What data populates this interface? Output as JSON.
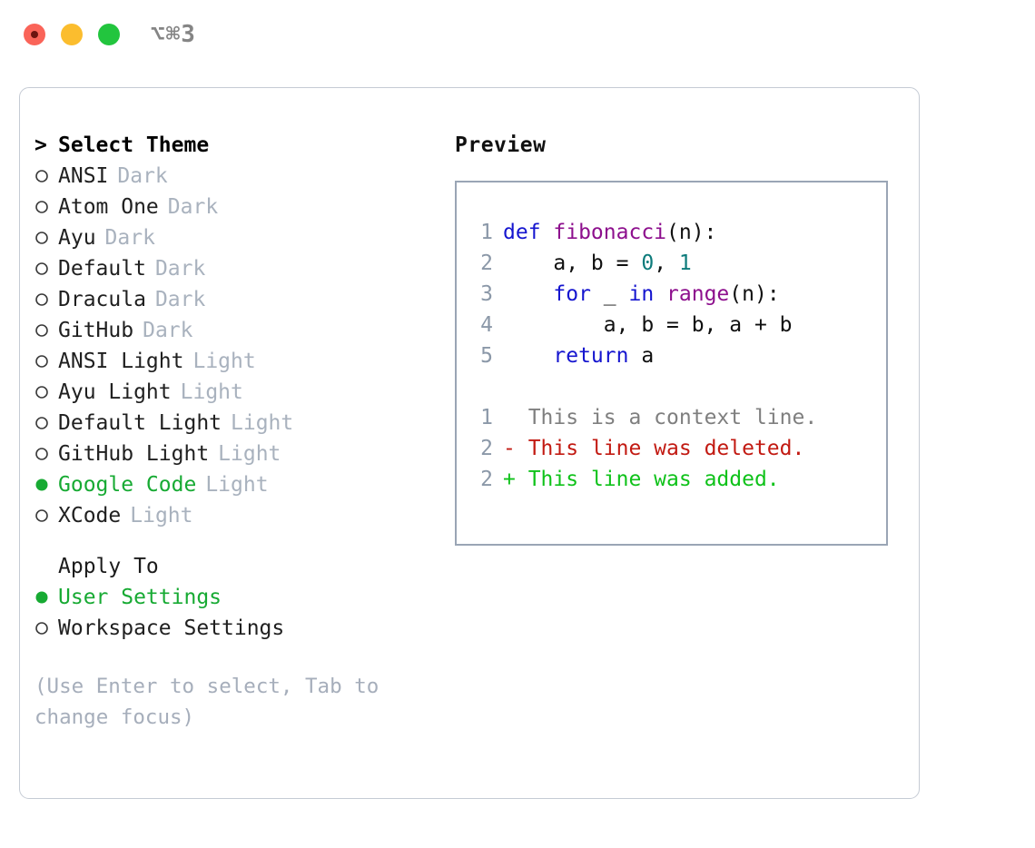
{
  "titlebar": {
    "close_label": "close",
    "minimize_label": "minimize",
    "maximize_label": "maximize",
    "shortcut": "⌥⌘3"
  },
  "colors": {
    "selected_green": "#17aa33",
    "suffix_gray": "#a9b2be",
    "hint_gray": "#a6aebb",
    "panel_border": "#c5cbd4",
    "preview_border": "#9aa5b5",
    "keyword_blue": "#1515cf",
    "function_purple": "#8d0f8d",
    "number_teal": "#0d7b7b",
    "linenumber_gray": "#8b98a8",
    "diff_deleted_red": "#c21a12",
    "diff_added_green": "#0fc21a",
    "diff_context_gray": "#7f7f7f"
  },
  "theme_chooser": {
    "prompt_marker": ">",
    "title": "Select Theme",
    "selected_marker": "selected-radio-icon",
    "unselected_marker": "unselected-radio-icon",
    "items": [
      {
        "name": "ANSI",
        "suffix": "Dark",
        "selected": false
      },
      {
        "name": "Atom One",
        "suffix": "Dark",
        "selected": false
      },
      {
        "name": "Ayu",
        "suffix": "Dark",
        "selected": false
      },
      {
        "name": "Default",
        "suffix": "Dark",
        "selected": false
      },
      {
        "name": "Dracula",
        "suffix": "Dark",
        "selected": false
      },
      {
        "name": "GitHub",
        "suffix": "Dark",
        "selected": false
      },
      {
        "name": "ANSI Light",
        "suffix": "Light",
        "selected": false
      },
      {
        "name": "Ayu Light",
        "suffix": "Light",
        "selected": false
      },
      {
        "name": "Default Light",
        "suffix": "Light",
        "selected": false
      },
      {
        "name": "GitHub Light",
        "suffix": "Light",
        "selected": false
      },
      {
        "name": "Google Code",
        "suffix": "Light",
        "selected": true
      },
      {
        "name": "XCode",
        "suffix": "Light",
        "selected": false
      }
    ]
  },
  "apply_to": {
    "title": "Apply To",
    "items": [
      {
        "name": "User Settings",
        "selected": true
      },
      {
        "name": "Workspace Settings",
        "selected": false
      }
    ]
  },
  "hint": "(Use Enter to select, Tab to\nchange focus)",
  "preview": {
    "title": "Preview",
    "code_lines": [
      {
        "n": "1",
        "tokens": [
          {
            "t": "def ",
            "c": "kw"
          },
          {
            "t": "fibonacci",
            "c": "fn"
          },
          {
            "t": "(n):",
            "c": "txt"
          }
        ]
      },
      {
        "n": "2",
        "tokens": [
          {
            "t": "    a, b = ",
            "c": "txt"
          },
          {
            "t": "0",
            "c": "num"
          },
          {
            "t": ", ",
            "c": "txt"
          },
          {
            "t": "1",
            "c": "num"
          }
        ]
      },
      {
        "n": "3",
        "tokens": [
          {
            "t": "    ",
            "c": "txt"
          },
          {
            "t": "for",
            "c": "kw"
          },
          {
            "t": " _ ",
            "c": "txt"
          },
          {
            "t": "in",
            "c": "kw"
          },
          {
            "t": " ",
            "c": "txt"
          },
          {
            "t": "range",
            "c": "fn"
          },
          {
            "t": "(n):",
            "c": "txt"
          }
        ]
      },
      {
        "n": "4",
        "tokens": [
          {
            "t": "        a, b = b, a + b",
            "c": "txt"
          }
        ]
      },
      {
        "n": "5",
        "tokens": [
          {
            "t": "    ",
            "c": "txt"
          },
          {
            "t": "return",
            "c": "kw"
          },
          {
            "t": " a",
            "c": "txt"
          }
        ]
      }
    ],
    "diff_lines": [
      {
        "n": "1",
        "sign": " ",
        "text": "This is a context line.",
        "kind": "d-ctx"
      },
      {
        "n": "2",
        "sign": "-",
        "text": "This line was deleted.",
        "kind": "d-del"
      },
      {
        "n": "2",
        "sign": "+",
        "text": "This line was added.",
        "kind": "d-add"
      }
    ]
  }
}
